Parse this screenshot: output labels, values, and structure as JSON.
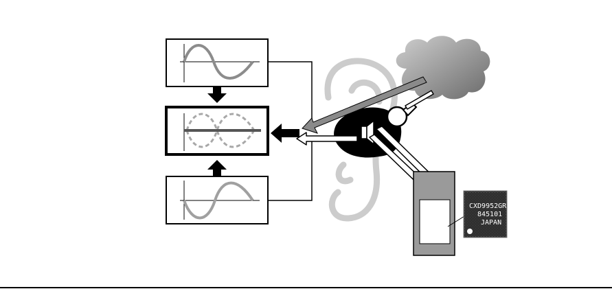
{
  "chip": {
    "lines": [
      "CXD9952GR",
      "845101",
      "JAPAN"
    ]
  },
  "colors": {
    "panel_border": "#000000",
    "wave_gray": "#8c8c8c",
    "dashed_wave": "#a8a8a8",
    "sum_line": "#555555",
    "ear_outline": "#c8c8c8",
    "cloud_top": "#bdbdbd",
    "cloud_bottom": "#6a6a6a",
    "chip_body": "#2e2e2e"
  },
  "icons": [
    "sine-wave-icon",
    "cancelled-wave-icon",
    "inverted-wave-icon",
    "ear-icon",
    "noise-cloud-icon",
    "speaker-icon",
    "microphone-icon",
    "ic-chip-icon"
  ]
}
